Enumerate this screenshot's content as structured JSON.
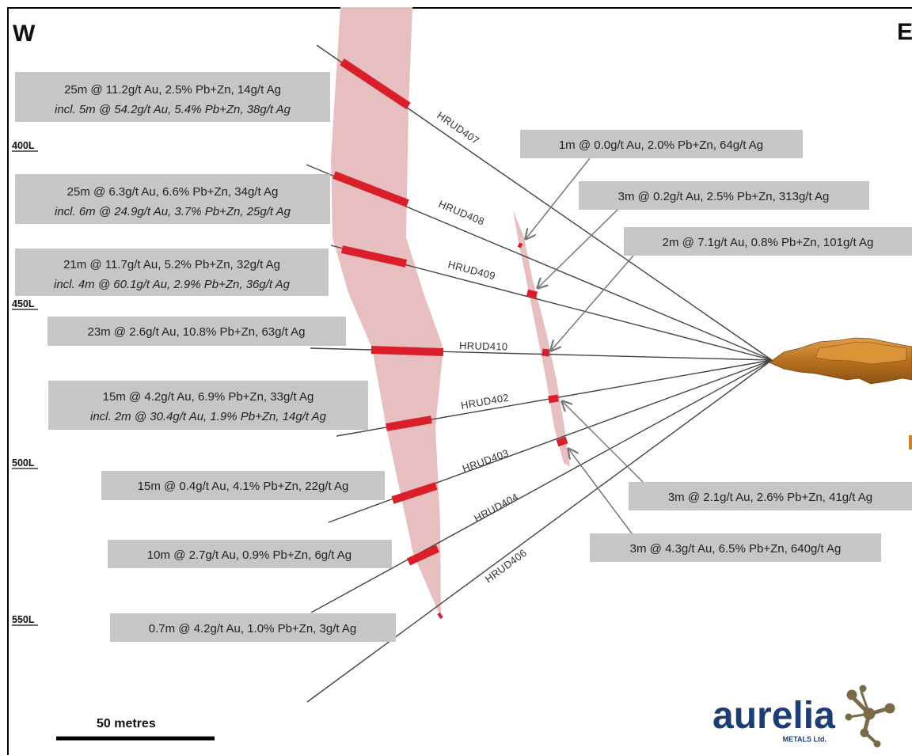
{
  "directions": {
    "west": "W",
    "east": "E"
  },
  "levels": [
    "400L",
    "450L",
    "500L",
    "550L"
  ],
  "scale_bar": {
    "label": "50 metres"
  },
  "logo": {
    "name": "aurelia",
    "sub": "METALS Ltd."
  },
  "holes": [
    "HRUD407",
    "HRUD408",
    "HRUD409",
    "HRUD410",
    "HRUD402",
    "HRUD403",
    "HRUD404",
    "HRUD406"
  ],
  "intercepts_west": [
    {
      "line1": "25m @ 11.2g/t Au, 2.5% Pb+Zn, 14g/t Ag",
      "line2": "incl. 5m @ 54.2g/t Au, 5.4% Pb+Zn, 38g/t Ag"
    },
    {
      "line1": "25m @ 6.3g/t Au, 6.6% Pb+Zn, 34g/t Ag",
      "line2": "incl. 6m @ 24.9g/t Au, 3.7% Pb+Zn, 25g/t Ag"
    },
    {
      "line1": "21m @ 11.7g/t Au, 5.2% Pb+Zn, 32g/t Ag",
      "line2": "incl. 4m @ 60.1g/t Au, 2.9% Pb+Zn, 36g/t Ag"
    },
    {
      "line1": "23m @ 2.6g/t Au, 10.8% Pb+Zn, 63g/t Ag"
    },
    {
      "line1": "15m @ 4.2g/t Au, 6.9% Pb+Zn, 33g/t Ag",
      "line2": "incl. 2m @ 30.4g/t Au, 1.9% Pb+Zn, 14g/t Ag"
    },
    {
      "line1": "15m @ 0.4g/t Au, 4.1% Pb+Zn, 22g/t Ag"
    },
    {
      "line1": "10m @ 2.7g/t Au, 0.9% Pb+Zn, 6g/t Ag"
    },
    {
      "line1": "0.7m @ 4.2g/t Au, 1.0% Pb+Zn, 3g/t Ag"
    }
  ],
  "intercepts_east": [
    "1m @ 0.0g/t Au, 2.0% Pb+Zn, 64g/t Ag",
    "3m @ 0.2g/t Au, 2.5% Pb+Zn, 313g/t Ag",
    "2m @ 7.1g/t Au, 0.8% Pb+Zn, 101g/t Ag",
    "3m @ 2.1g/t Au, 2.6% Pb+Zn, 41g/t Ag",
    "3m @ 4.3g/t Au, 6.5% Pb+Zn, 640g/t Ag"
  ],
  "colors": {
    "lode": "#e8bfc0",
    "intercept": "#d81f2a",
    "label_box": "#c6c6c6",
    "drive": "#c8822e",
    "logo_text": "#1c3e74",
    "logo_mark": "#7a6a48"
  }
}
